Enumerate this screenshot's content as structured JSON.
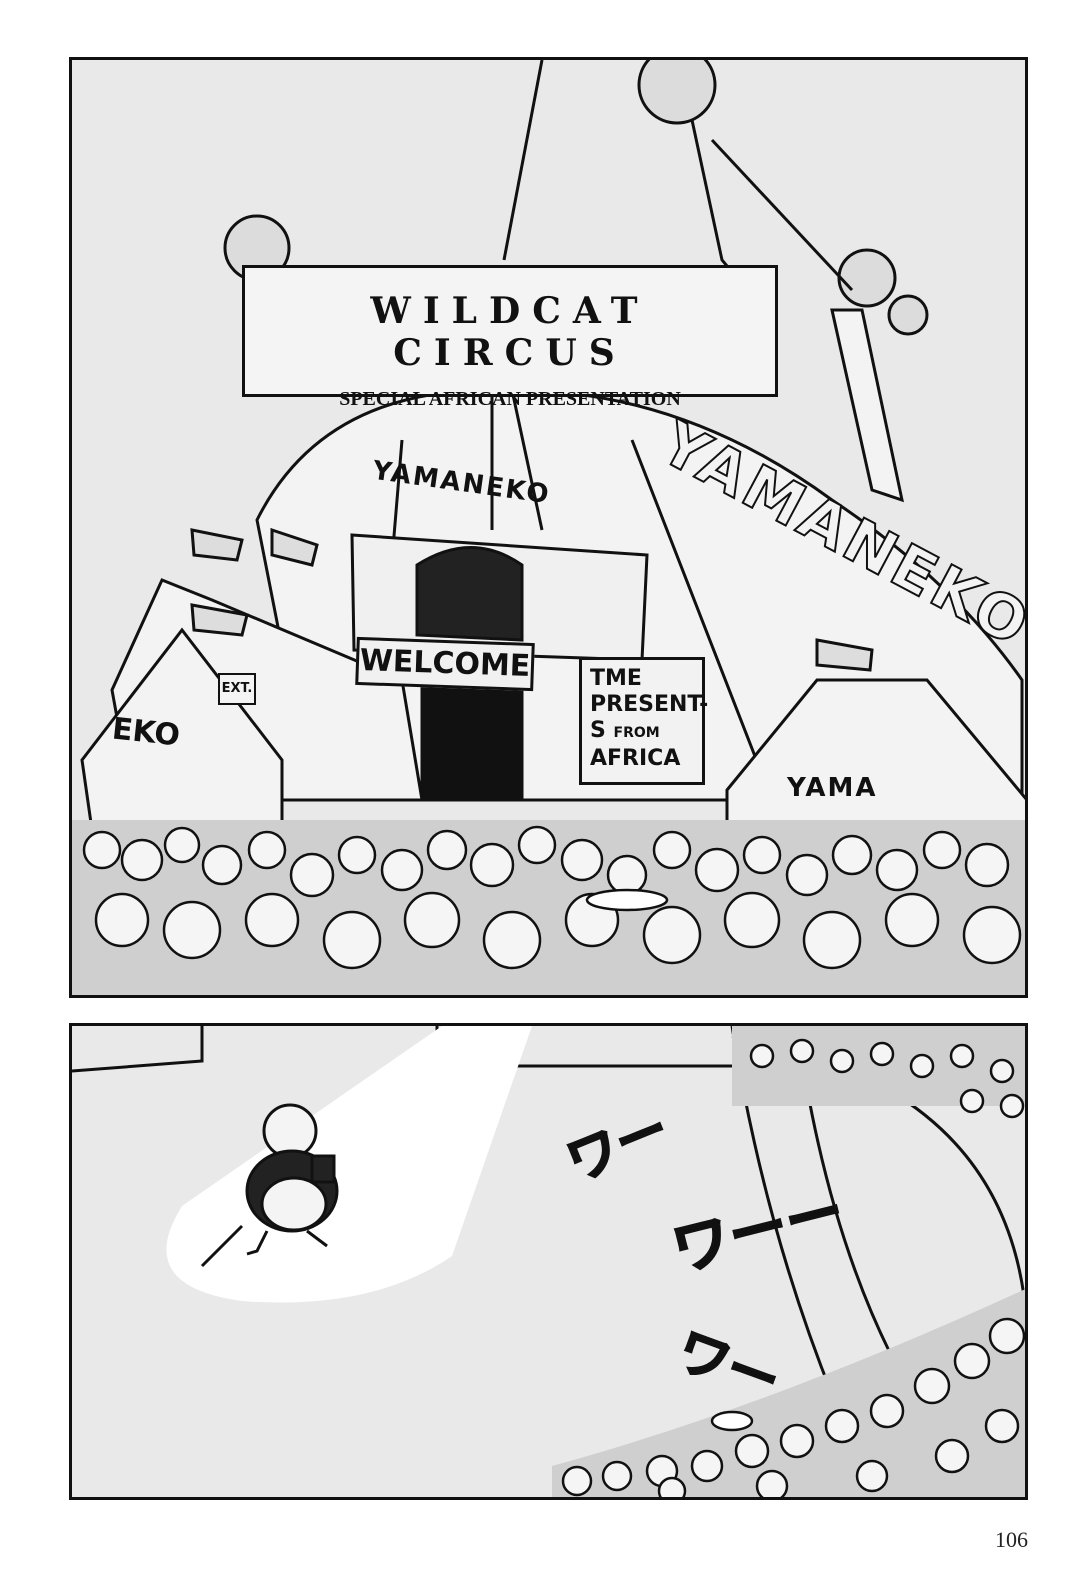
{
  "banner": {
    "title": "WILDCAT CIRCUS",
    "subtitle": "SPECIAL AFRICAN PRESENTATION"
  },
  "signs": {
    "welcome": "WELCOME",
    "presents_line1": "TME",
    "presents_line2": "PRESENT-",
    "presents_line3a": "S",
    "presents_line3b": "FROM",
    "presents_line4": "AFRICA",
    "ext": "EXT."
  },
  "tent_lettering": {
    "main": "YAMANEKO",
    "side": "YAMANEKO",
    "left": "EKO",
    "right": "YAMA"
  },
  "sound_effects": [
    "ワー",
    "ワーー",
    "ワー"
  ],
  "page_number": "106"
}
